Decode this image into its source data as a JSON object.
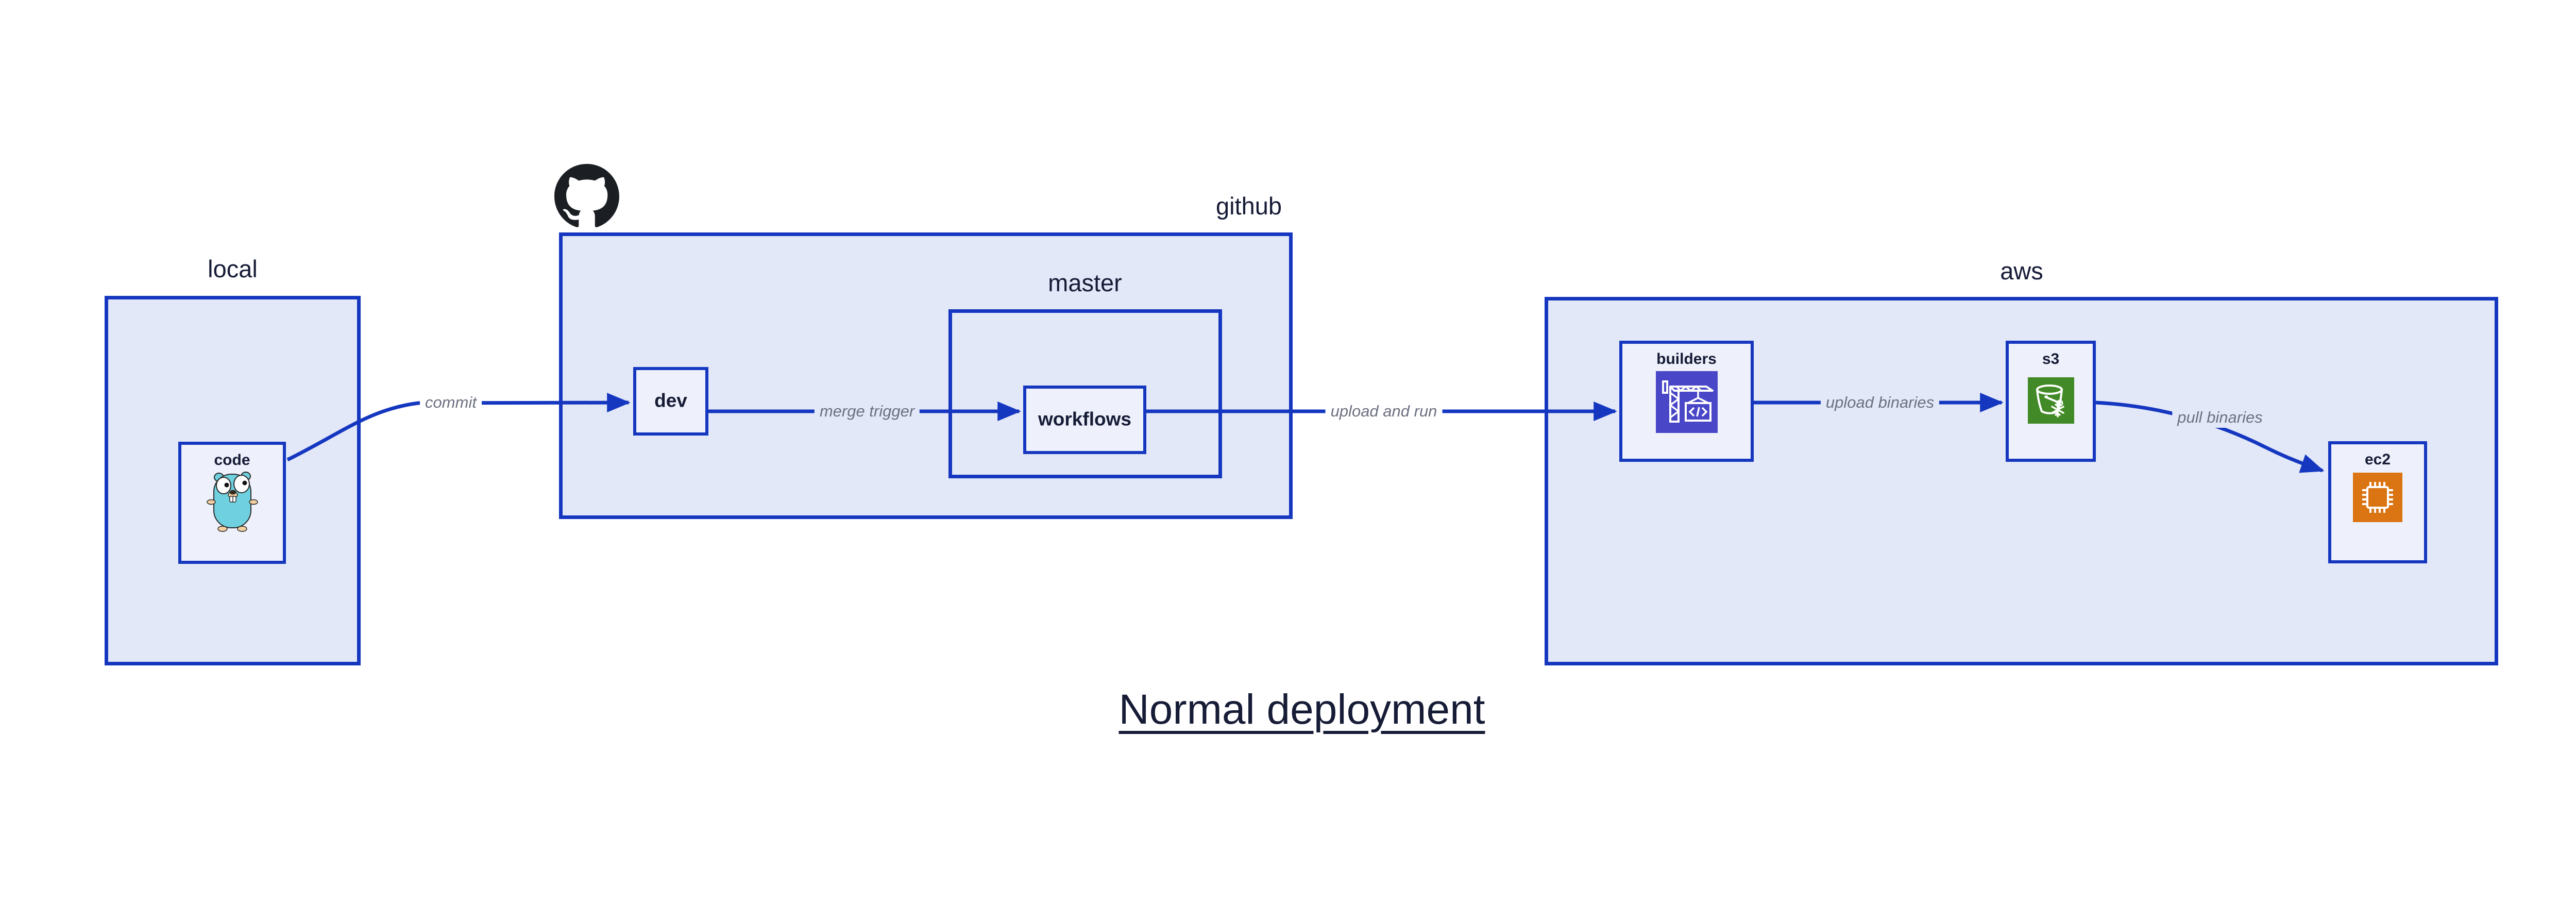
{
  "title": "Normal deployment",
  "groups": {
    "local": {
      "label": "local"
    },
    "github": {
      "label": "github"
    },
    "master": {
      "label": "master"
    },
    "aws": {
      "label": "aws"
    }
  },
  "nodes": {
    "code": {
      "label": "code"
    },
    "dev": {
      "label": "dev"
    },
    "workflows": {
      "label": "workflows"
    },
    "builders": {
      "label": "builders"
    },
    "s3": {
      "label": "s3"
    },
    "ec2": {
      "label": "ec2"
    }
  },
  "edges": {
    "commit": {
      "from": "code",
      "to": "dev",
      "label": "commit"
    },
    "merge_trigger": {
      "from": "dev",
      "to": "workflows",
      "label": "merge trigger"
    },
    "upload_and_run": {
      "from": "workflows",
      "to": "builders",
      "label": "upload and run"
    },
    "upload_binaries": {
      "from": "builders",
      "to": "s3",
      "label": "upload binaries"
    },
    "pull_binaries": {
      "from": "s3",
      "to": "ec2",
      "label": "pull binaries"
    }
  },
  "icons": {
    "github": "github-octocat-icon",
    "code": "go-gopher-icon",
    "builders": "construction-crane-codebuild-icon",
    "s3": "bucket-snowflake-icon",
    "ec2": "processor-chip-icon"
  },
  "colors": {
    "line_blue": "#1537c0",
    "group_fill": "#e2e8f8",
    "node_fill": "#eef1fb",
    "text_navy": "#161b36",
    "edge_label_gray": "#6c7080",
    "octocat_black": "#1b1f23",
    "builders_icon_bg": "#4946c7",
    "s3_icon_bg": "#428a27",
    "ec2_icon_bg": "#db7412",
    "gopher_body": "#6fd1df"
  }
}
